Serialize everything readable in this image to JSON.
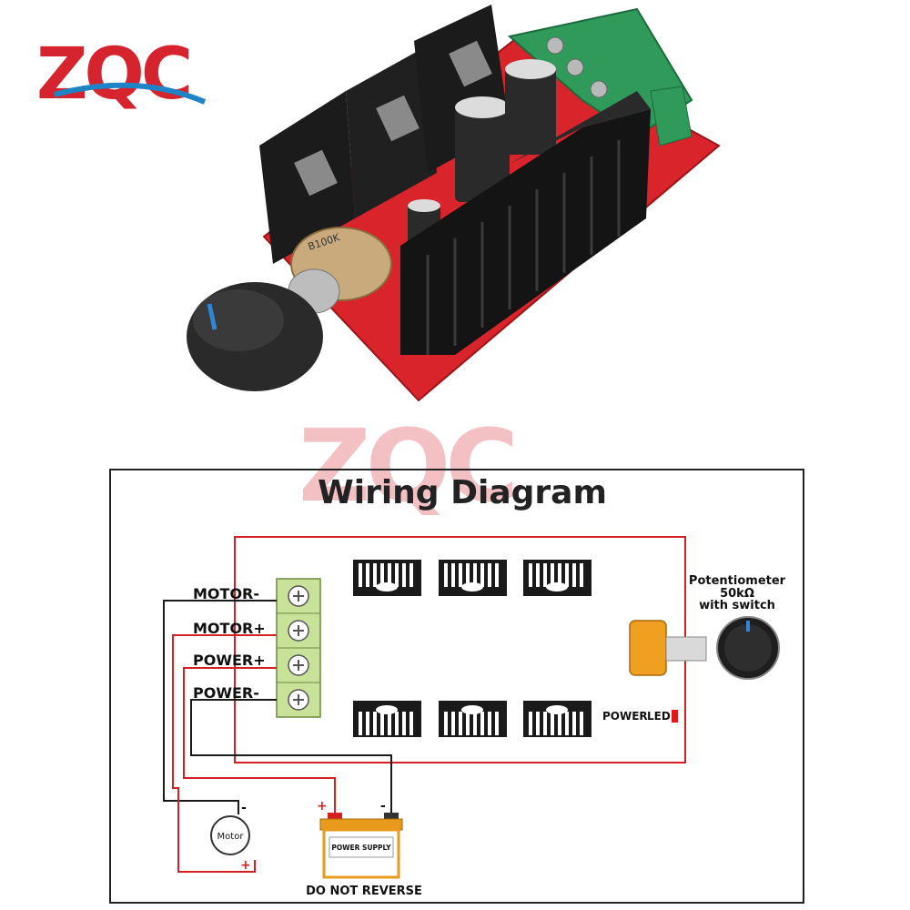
{
  "brand": {
    "logo_text": "ZQC",
    "logo_colors": [
      "#d6242e",
      "#1f84c6"
    ]
  },
  "diagram": {
    "title": "Wiring Diagram",
    "terminals": [
      {
        "label": "MOTOR-"
      },
      {
        "label": "MOTOR+"
      },
      {
        "label": "POWER+"
      },
      {
        "label": "POWER-"
      }
    ],
    "potentiometer": {
      "line1": "Potentiometer",
      "line2": "50kΩ",
      "line3": "with switch"
    },
    "power_led": {
      "label": "POWER",
      "label2": "LED"
    },
    "motor": {
      "label": "Motor",
      "minus": "-",
      "plus": "+"
    },
    "battery": {
      "label": "POWER SUPPLY",
      "plus": "+",
      "minus": "-"
    },
    "warning": "DO NOT REVERSE",
    "colors": {
      "wire_red": "#d42020",
      "wire_black": "#1a1a1a",
      "terminal_green": "#c8e29a",
      "battery_orange": "#e89a1c",
      "knob_orange": "#f0a020",
      "board_outline": "#d42020"
    }
  },
  "product_photo": {
    "pot_marking": "B100K"
  }
}
